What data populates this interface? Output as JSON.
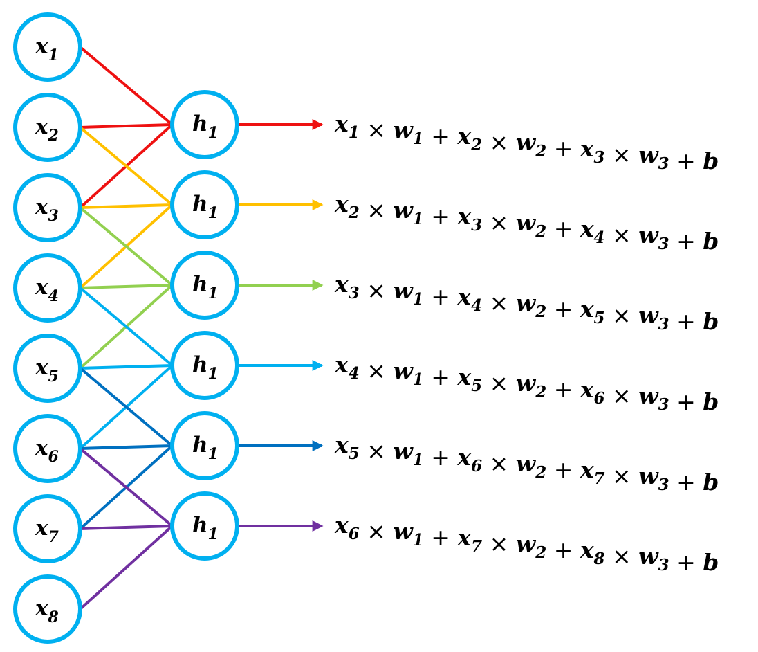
{
  "input_nodes": [
    {
      "var": "x",
      "sub": "1"
    },
    {
      "var": "x",
      "sub": "2"
    },
    {
      "var": "x",
      "sub": "3"
    },
    {
      "var": "x",
      "sub": "4"
    },
    {
      "var": "x",
      "sub": "5"
    },
    {
      "var": "x",
      "sub": "6"
    },
    {
      "var": "x",
      "sub": "7"
    },
    {
      "var": "x",
      "sub": "8"
    }
  ],
  "hidden_nodes": [
    {
      "var": "h",
      "sub": "1",
      "inputs": [
        0,
        1,
        2
      ],
      "color": "#ee1111"
    },
    {
      "var": "h",
      "sub": "1",
      "inputs": [
        1,
        2,
        3
      ],
      "color": "#ffc000"
    },
    {
      "var": "h",
      "sub": "1",
      "inputs": [
        2,
        3,
        4
      ],
      "color": "#92d050"
    },
    {
      "var": "h",
      "sub": "1",
      "inputs": [
        3,
        4,
        5
      ],
      "color": "#00b0f0"
    },
    {
      "var": "h",
      "sub": "1",
      "inputs": [
        4,
        5,
        6
      ],
      "color": "#0070c0"
    },
    {
      "var": "h",
      "sub": "1",
      "inputs": [
        5,
        6,
        7
      ],
      "color": "#7030a0"
    }
  ],
  "node_color": "#00b0f0",
  "formula_terms": {
    "input_var": "x",
    "weight_var": "w",
    "weight_subs": [
      "1",
      "2",
      "3"
    ],
    "bias": "b",
    "times": "×",
    "plus": "+"
  },
  "formulas": [
    {
      "x_subs": [
        "1",
        "2",
        "3"
      ]
    },
    {
      "x_subs": [
        "2",
        "3",
        "4"
      ]
    },
    {
      "x_subs": [
        "3",
        "4",
        "5"
      ]
    },
    {
      "x_subs": [
        "4",
        "5",
        "6"
      ]
    },
    {
      "x_subs": [
        "5",
        "6",
        "7"
      ]
    },
    {
      "x_subs": [
        "6",
        "7",
        "8"
      ]
    }
  ]
}
